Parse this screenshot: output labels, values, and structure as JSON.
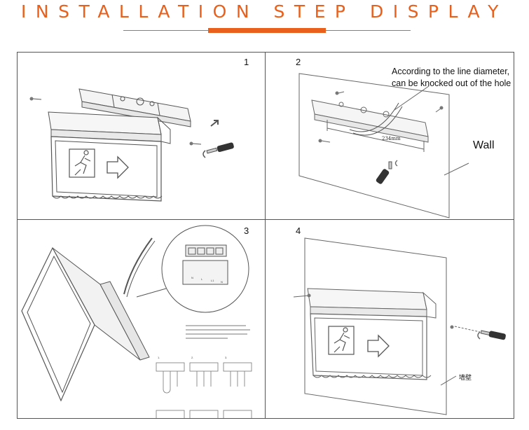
{
  "header": {
    "title": "INSTALLATION STEP DISPLAY",
    "accent_color": "#e8601c"
  },
  "steps": [
    {
      "number": "1"
    },
    {
      "number": "2",
      "note_line1": "According to the line diameter,",
      "note_line2": "can be knocked out of the hole",
      "dimension": "234mm",
      "wall_label": "Wall"
    },
    {
      "number": "3",
      "terminal_labels": [
        "N",
        "L",
        "L1",
        "N"
      ],
      "wiring_options": [
        "1.",
        "2.",
        "3."
      ]
    },
    {
      "number": "4",
      "wall_label": "墙壁"
    }
  ],
  "icons": [
    "exit-running-man-icon",
    "arrow-right-icon",
    "screwdriver-icon",
    "screw-icon"
  ]
}
